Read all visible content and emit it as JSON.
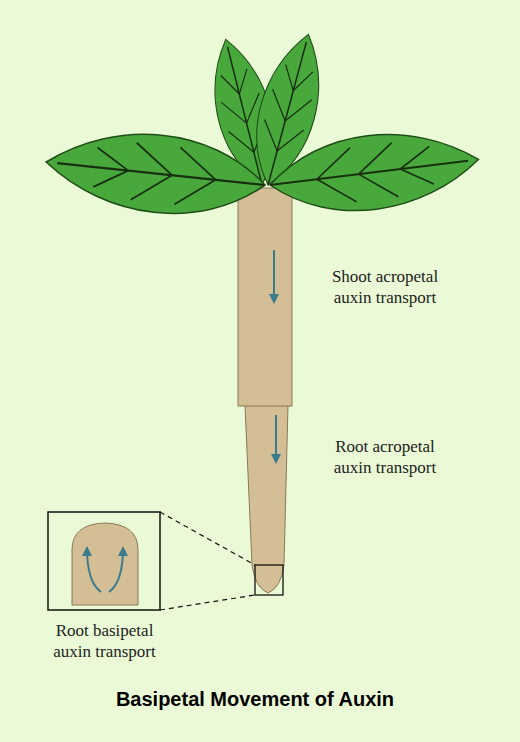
{
  "diagram": {
    "title": "Basipetal Movement of Auxin",
    "labels": [
      "Shoot acropetal auxin transport",
      "Root acropetal auxin transport",
      "Root basipetal auxin transport"
    ]
  }
}
